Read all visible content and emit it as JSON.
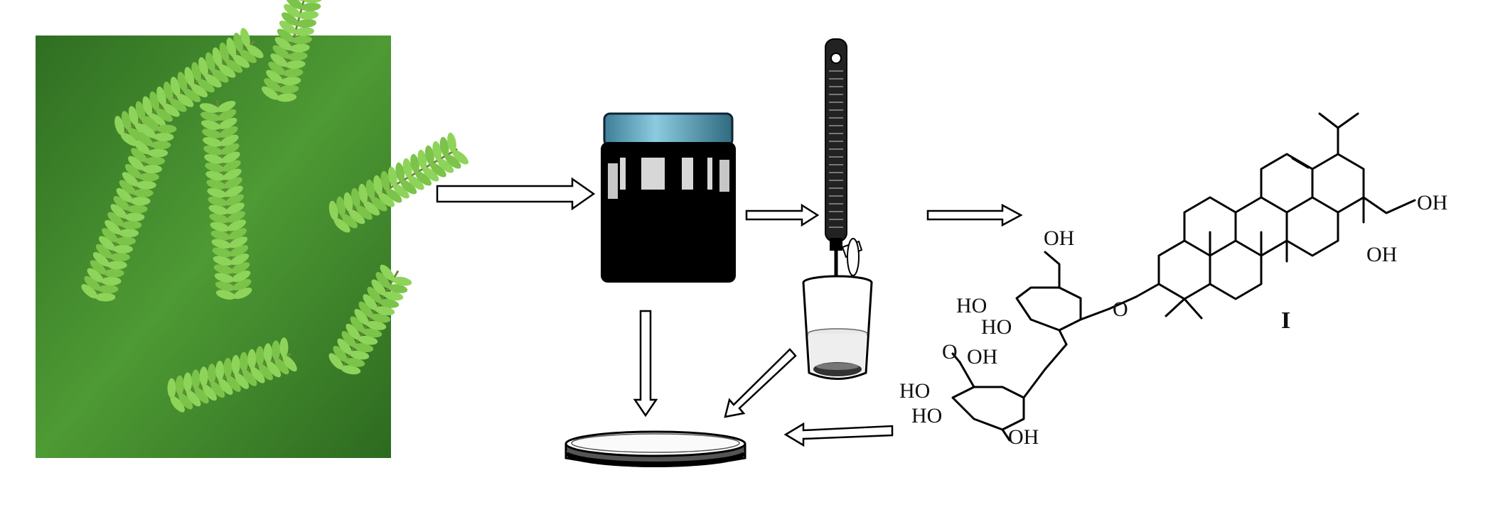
{
  "figure": {
    "compound_number": "I",
    "labels": {
      "oh_top": "OH",
      "oh_ring1": "HO",
      "oh_ring2": "HO",
      "glyco_o": "O",
      "acid_o": "O",
      "acid_oh": "OH",
      "ho_l1": "HO",
      "ho_l2": "HO",
      "oh_bottom": "OH",
      "oh_right1": "OH",
      "oh_right2": "OH"
    },
    "colors": {
      "leaf_dark": "#3f8f2a",
      "leaf_light": "#8fd45a",
      "jar_lid": "#5fa9c4",
      "ink": "#000000"
    }
  }
}
